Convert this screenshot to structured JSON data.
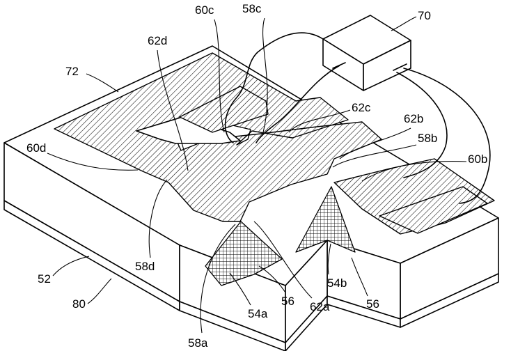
{
  "reference_labels": {
    "l70": "70",
    "l60c": "60c",
    "l58c": "58c",
    "l62d": "62d",
    "l72": "72",
    "l62c": "62c",
    "l62b": "62b",
    "l58b": "58b",
    "l60d": "60d",
    "l60b": "60b",
    "l58d": "58d",
    "l52": "52",
    "l80": "80",
    "l54b": "54b",
    "l56r": "56",
    "l56m": "56",
    "l62a": "62a",
    "l54a": "54a",
    "l58a": "58a"
  }
}
